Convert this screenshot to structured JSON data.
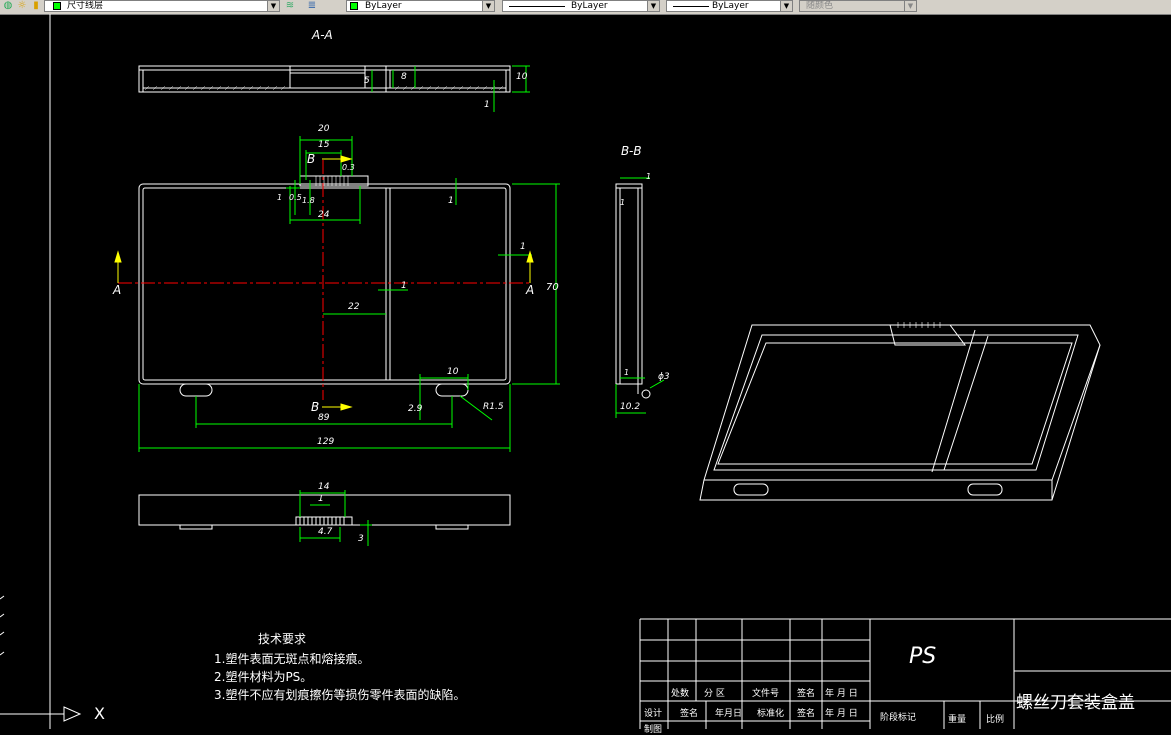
{
  "toolbar": {
    "layer_name": "尺寸线层",
    "color": "ByLayer",
    "linetype": "ByLayer",
    "lineweight": "ByLayer",
    "plotstyle": "随颜色"
  },
  "drawing": {
    "section_aa": "A-A",
    "section_bb": "B-B",
    "cut_a_left": "A",
    "cut_a_right": "A",
    "cut_b_top": "B",
    "cut_b_bottom": "B",
    "dims": {
      "d20": "20",
      "d15": "15",
      "d0_3": "0.3",
      "d24": "24",
      "d1a": "1",
      "d0_5": "0.5",
      "d1_8": "1.8",
      "d1b": "1",
      "d1c": "1",
      "d70": "70",
      "d1d": "1",
      "d22": "22",
      "d10a": "10",
      "d2_9": "2.9",
      "dr1_5": "R1.5",
      "d89": "89",
      "d129": "129",
      "d5": "5",
      "d8": "8",
      "d10b": "10",
      "d1e": "1",
      "dbb1": "1",
      "dbb1b": "1",
      "dbb1c": "1",
      "dphi3": "ϕ3",
      "d10_2": "10.2",
      "d14": "14",
      "d1f": "1",
      "d4_7": "4.7",
      "d3": "3"
    },
    "x_axis_label": "X"
  },
  "notes": {
    "title": "技术要求",
    "items": [
      "1.塑件表面无斑点和熔接痕。",
      "2.塑件材料为PS。",
      "3.塑件不应有划痕擦伤等损伤零件表面的缺陷。"
    ]
  },
  "title_block": {
    "material": "PS",
    "part_name": "螺丝刀套装盒盖",
    "row1": [
      "处数",
      "分 区",
      "文件号",
      "签名",
      "年 月 日"
    ],
    "row2": [
      "设计",
      "签名",
      "年月日",
      "标准化",
      "签名",
      "年 月 日"
    ],
    "stage_mark": "阶段标记",
    "weight": "重量",
    "scale": "比例",
    "draw": "制图"
  },
  "colors": {
    "outline": "#ffffff",
    "dimension": "#00ff00",
    "centerline": "#ff0000",
    "cut_marker": "#ffff00",
    "background": "#000000"
  }
}
